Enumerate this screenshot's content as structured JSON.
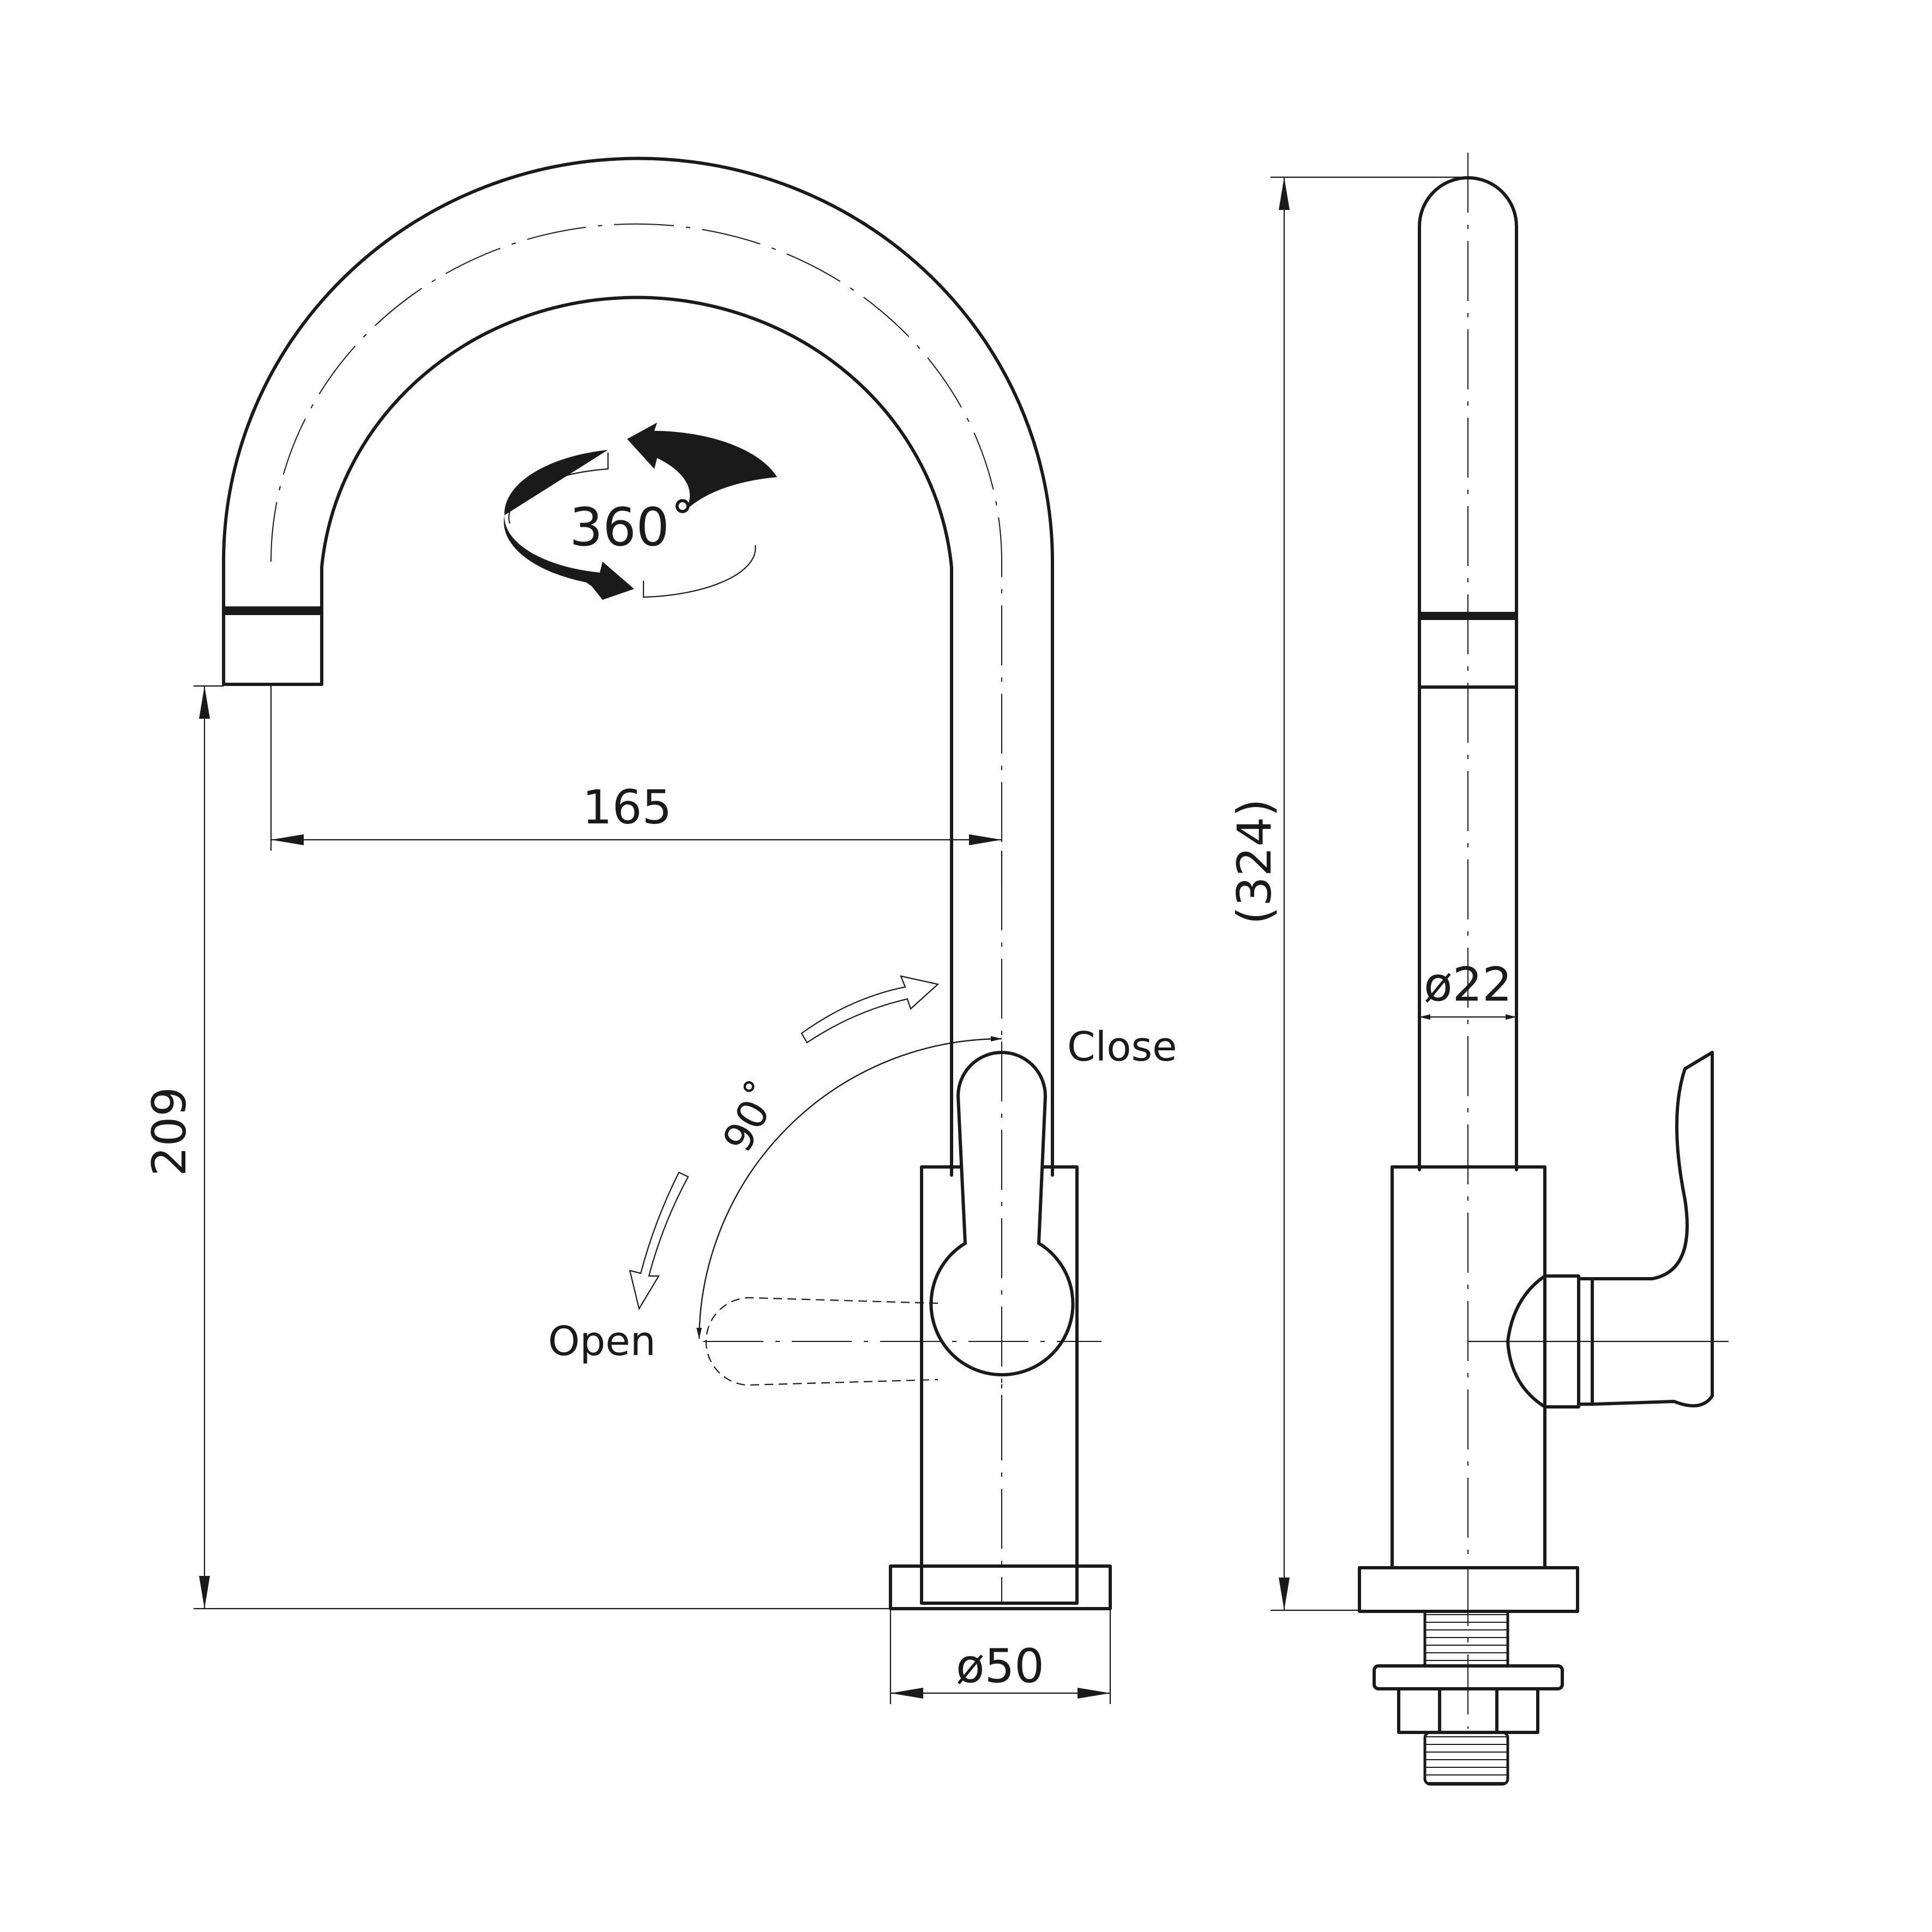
{
  "dimensions": {
    "reach": "165",
    "height": "209",
    "total_height": "(324)",
    "base_diameter": "ø50",
    "pipe_diameter": "ø22"
  },
  "labels": {
    "rotation": "360˚",
    "lever_angle": "90˚",
    "close": "Close",
    "open": "Open"
  }
}
